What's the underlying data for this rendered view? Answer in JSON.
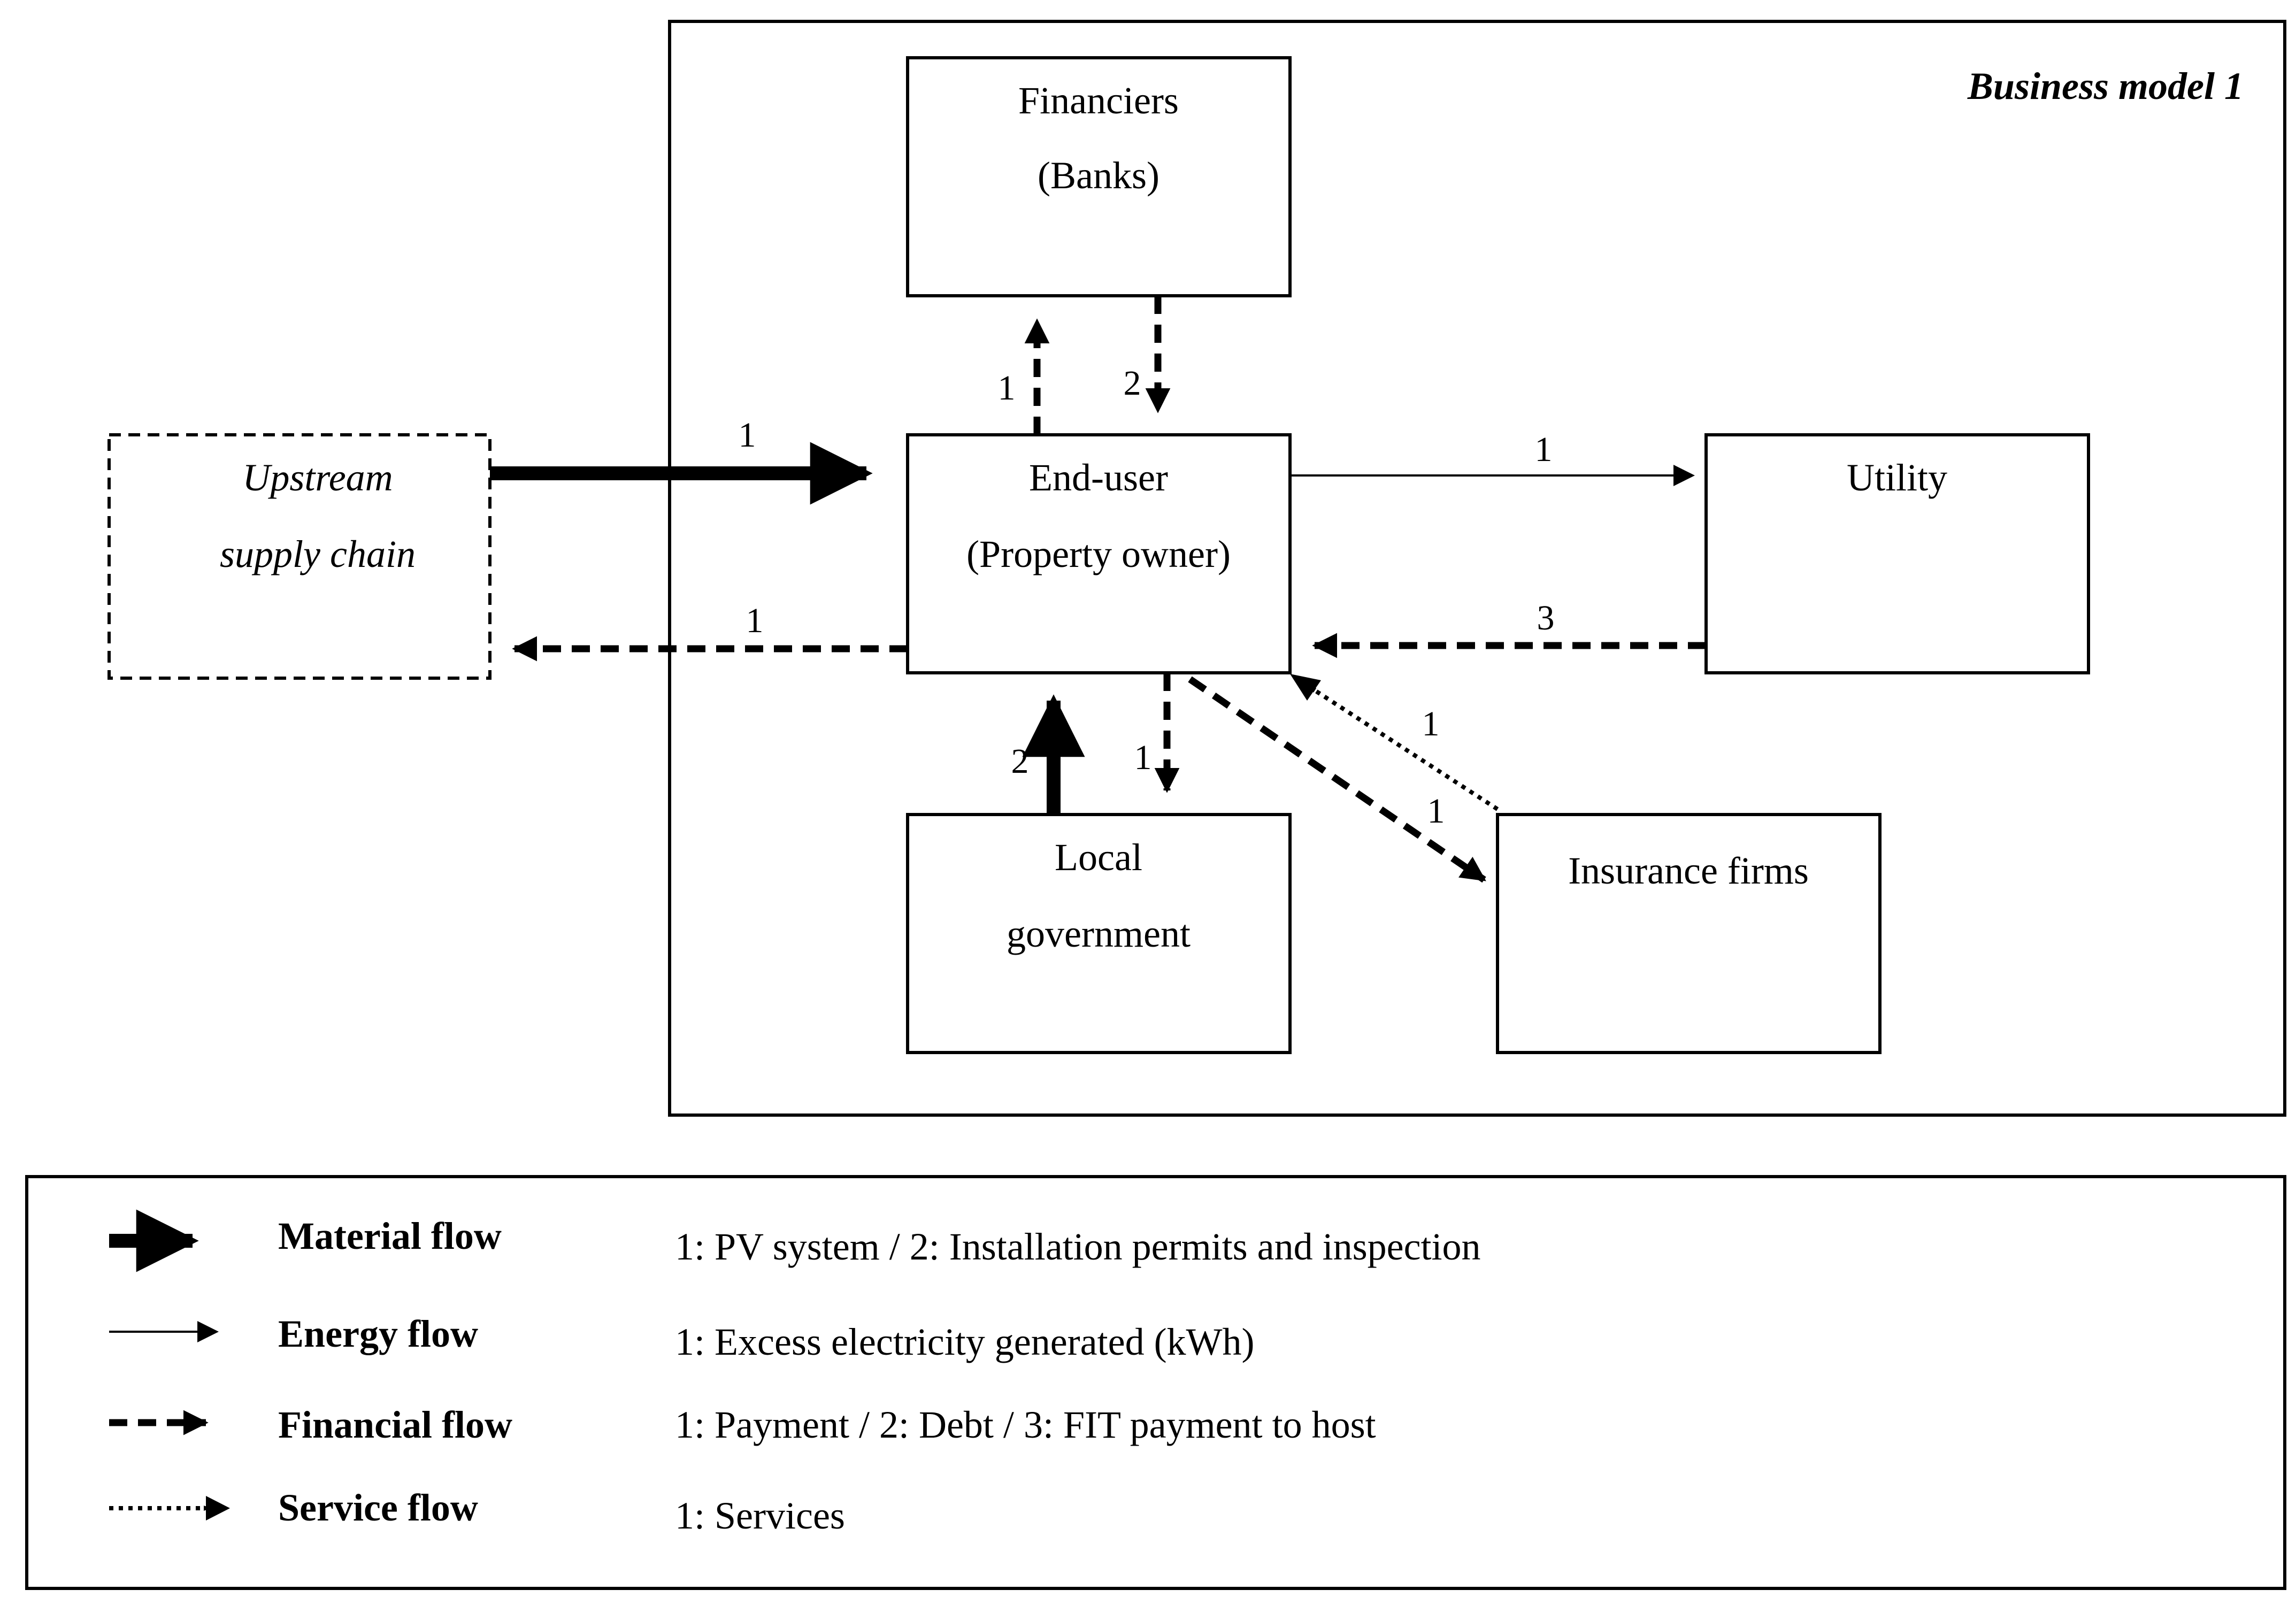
{
  "model_title": "Business model 1",
  "nodes": {
    "financiers": {
      "line1": "Financiers",
      "line2": "(Banks)"
    },
    "end_user": {
      "line1": "End-user",
      "line2": "(Property owner)"
    },
    "utility": {
      "line1": "Utility"
    },
    "upstream": {
      "line1": "Upstream",
      "line2": "supply chain"
    },
    "local_gov": {
      "line1": "Local",
      "line2": "government"
    },
    "insurance": {
      "line1": "Insurance firms"
    }
  },
  "edge_labels": {
    "upstream_to_enduser": "1",
    "enduser_to_upstream": "1",
    "enduser_to_financiers": "1",
    "financiers_to_enduser": "2",
    "enduser_to_utility": "1",
    "utility_to_enduser": "3",
    "localgov_to_enduser": "2",
    "enduser_to_localgov": "1",
    "insurance_to_enduser": "1",
    "enduser_to_insurance": "1"
  },
  "legend": [
    {
      "name": "Material flow",
      "desc": "1: PV system / 2: Installation permits and inspection"
    },
    {
      "name": "Energy flow",
      "desc": "1: Excess electricity generated (kWh)"
    },
    {
      "name": "Financial flow",
      "desc": "1: Payment / 2: Debt / 3: FIT payment to host"
    },
    {
      "name": "Service flow",
      "desc": "1: Services"
    }
  ]
}
